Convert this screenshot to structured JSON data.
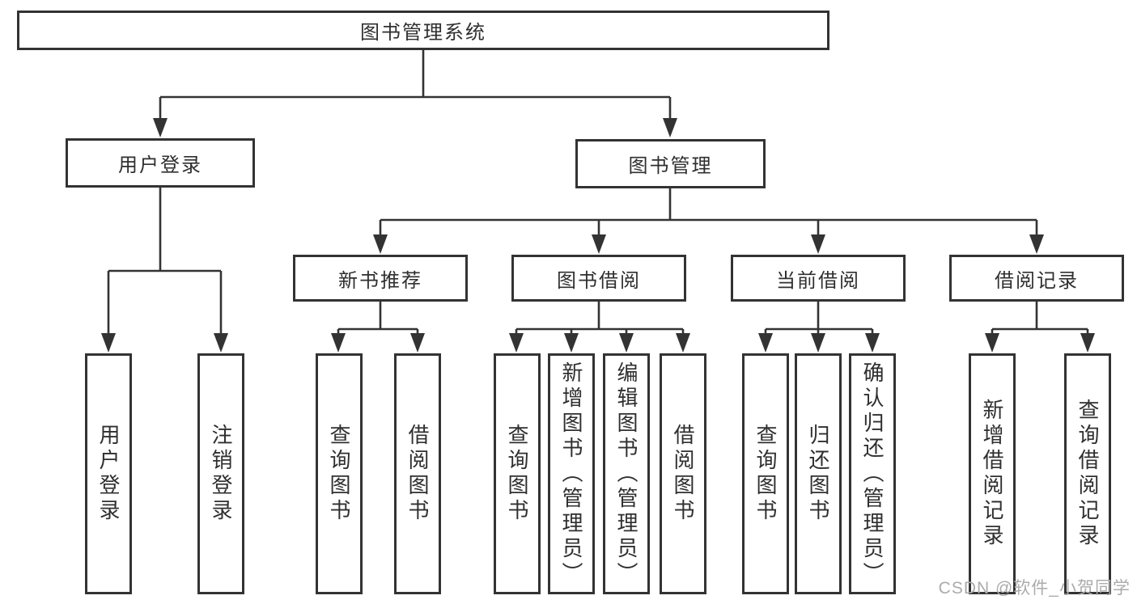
{
  "diagram": {
    "title": "图书管理系统",
    "branches": [
      {
        "label": "用户登录",
        "leaves": [
          "用户登录",
          "注销登录"
        ]
      },
      {
        "label": "图书管理",
        "sections": [
          {
            "label": "新书推荐",
            "leaves": [
              "查询图书",
              "借阅图书"
            ]
          },
          {
            "label": "图书借阅",
            "leaves": [
              "查询图书",
              "新增图书（管理员）",
              "编辑图书（管理员）",
              "借阅图书"
            ]
          },
          {
            "label": "当前借阅",
            "leaves": [
              "查询图书",
              "归还图书",
              "确认归还（管理员）"
            ]
          },
          {
            "label": "借阅记录",
            "leaves": [
              "新增借阅记录",
              "查询借阅记录"
            ]
          }
        ]
      }
    ]
  },
  "watermark": "CSDN @软件_小贺同学",
  "colors": {
    "line": "#333333",
    "text": "#2f2f2f",
    "watermark": "#ababab",
    "background": "#ffffff"
  }
}
